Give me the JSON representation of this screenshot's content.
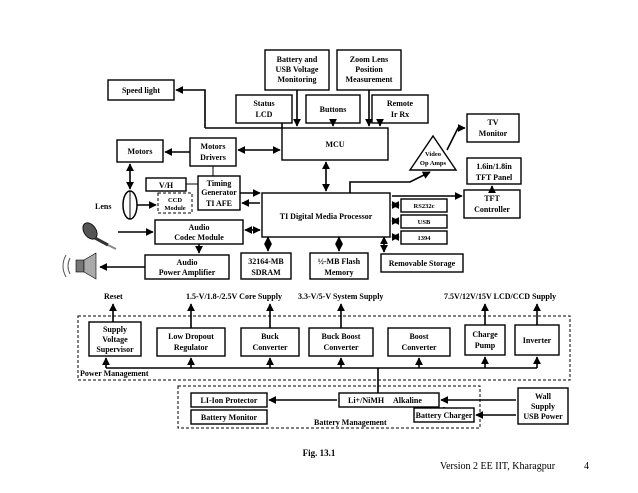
{
  "blocks": {
    "speed_light": "Speed light",
    "battery_usb": [
      "Battery and",
      "USB Voltage",
      "Monitoring"
    ],
    "zoom_lens": [
      "Zoom Lens",
      "Position",
      "Measurement"
    ],
    "status_lcd": [
      "Status",
      "LCD"
    ],
    "buttons": "Buttons",
    "remote": [
      "Remote",
      "Ir Rx"
    ],
    "tv_monitor": [
      "TV",
      "Monitor"
    ],
    "motors": "Motors",
    "motors_drivers": [
      "Motors",
      "Drivers"
    ],
    "mcu": "MCU",
    "video_amps": [
      "Video",
      "Op Amps"
    ],
    "tft_panel": [
      "1.6in/1.8in",
      "TFT Panel"
    ],
    "vh": "V/H",
    "timing_gen": [
      "Timing",
      "Generator"
    ],
    "ccd": "CCD",
    "module": "Module",
    "ti_afe": "TI AFE",
    "lens": "Lens",
    "tft_controller": [
      "TFT",
      "Controller"
    ],
    "ti_dmp": "TI Digital Media Processor",
    "rs232c": "RS232c",
    "usb": "USB",
    "ieee1394": "1394",
    "audio_codec": [
      "Audio",
      "Codec Module"
    ],
    "audio_amp": [
      "Audio",
      "Power Amplifier"
    ],
    "sdram": [
      "32164-MB",
      "SDRAM"
    ],
    "flash": [
      "½-MB Flash",
      "Memory"
    ],
    "removable": "Removable Storage"
  },
  "power": {
    "reset": "Reset",
    "core_supply": "1.5-V/1.8-/2.5V  Core Supply",
    "system_supply": "3.3-V/5-V System Supply",
    "lcd_ccd_supply": "7.5V/12V/15V  LCD/CCD Supply",
    "supervisor": [
      "Supply",
      "Voltage",
      "Supervisor"
    ],
    "ldo": [
      "Low Dropout",
      "Regulator"
    ],
    "buck": [
      "Buck",
      "Converter"
    ],
    "buck_boost": [
      "Buck Boost",
      "Converter"
    ],
    "boost": [
      "Boost",
      "Converter"
    ],
    "charge_pump": [
      "Charge",
      "Pump"
    ],
    "inverter": "Inverter",
    "title": "Power Management"
  },
  "battery": {
    "li_ion": "LI-Ion Protector",
    "battery_monitor": "Battery Monitor",
    "chem_1": "Li+/NiMH",
    "chem_2": "Alkaline",
    "charger": "Battery Charger",
    "title": "Battery Management",
    "wall_supply": [
      "Wall",
      "Supply",
      "USB Power"
    ]
  },
  "footer": {
    "caption": "Fig. 13.1",
    "credit": "Version 2 EE IIT, Kharagpur",
    "page": "4"
  },
  "colors": {
    "line": "#000000",
    "background": "#ffffff"
  },
  "icons": [
    "microphone-icon",
    "speaker-icon",
    "lens-icon"
  ]
}
